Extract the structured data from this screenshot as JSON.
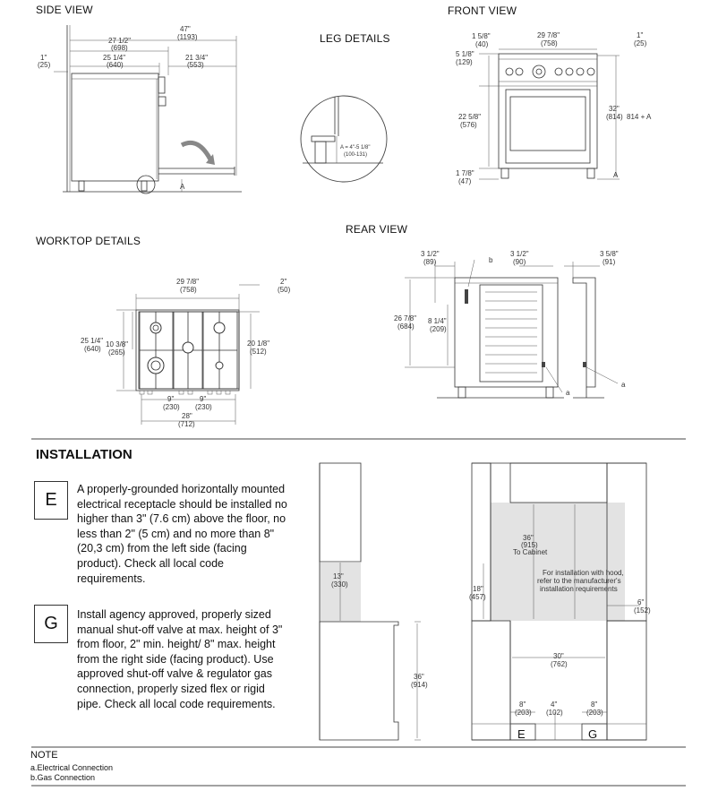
{
  "sections": {
    "side_view": "SIDE VIEW",
    "front_view": "FRONT VIEW",
    "leg_details": "LEG DETAILS",
    "worktop_details": "WORKTOP DETAILS",
    "rear_view": "REAR VIEW",
    "installation": "INSTALLATION"
  },
  "side_dims": {
    "d47": "47\"",
    "d47mm": "(1193)",
    "d27": "27 1/2\"",
    "d27mm": "(698)",
    "d25": "25 1/4\"",
    "d25mm": "(640)",
    "d21": "21 3/4\"",
    "d21mm": "(553)",
    "d1": "1\"",
    "d1mm": "(25)",
    "a": "A"
  },
  "front_dims": {
    "d158": "1 5/8\"",
    "d158mm": "(40)",
    "d29": "29 7/8\"",
    "d29mm": "(758)",
    "d1": "1\"",
    "d1mm": "(25)",
    "d518": "5 1/8\"",
    "d518mm": "(129)",
    "d22": "22 5/8\"",
    "d22mm": "(576)",
    "d32": "32\"",
    "d32mm": "(814)",
    "d814a": "814 + A",
    "d178": "1 7/8\"",
    "d178mm": "(47)",
    "a": "A"
  },
  "leg_dims": {
    "a1": "A = 4\"-5 1/8\"",
    "a2": "(100-131)"
  },
  "worktop_dims": {
    "d29": "29 7/8\"",
    "d29mm": "(758)",
    "d2": "2\"",
    "d2mm": "(50)",
    "d25": "25 1/4\"",
    "d25mm": "(640)",
    "d10": "10 3/8\"",
    "d10mm": "(265)",
    "d20": "20 1/8\"",
    "d20mm": "(512)",
    "d9a": "9\"",
    "d9amm": "(230)",
    "d9b": "9\"",
    "d9bmm": "(230)",
    "d28": "28\"",
    "d28mm": "(712)"
  },
  "rear_dims": {
    "d312a": "3 1/2\"",
    "d312amm": "(89)",
    "b": "b",
    "d312b": "3 1/2\"",
    "d312bmm": "(90)",
    "d358": "3 5/8\"",
    "d358mm": "(91)",
    "d26": "26 7/8\"",
    "d26mm": "(684)",
    "d8": "8 1/4\"",
    "d8mm": "(209)",
    "a1": "a",
    "a2": "a"
  },
  "install_dims": {
    "d13": "13\"",
    "d13mm": "(330)",
    "d36": "36\"",
    "d36mm": "(914)",
    "d36c": "36\"",
    "d36cmm": "(915)",
    "to_cabinet": "To Cabinet",
    "hood1": "For installation with hood,",
    "hood2": "refer to the manufacturer's",
    "hood3": "installation requirements",
    "d18": "18\"",
    "d18mm": "(457)",
    "d6": "6\"",
    "d6mm": "(152)",
    "d30": "30\"",
    "d30mm": "(762)",
    "d8a": "8\"",
    "d8amm": "(203)",
    "d4": "4\"",
    "d4mm": "(102)",
    "d8b": "8\"",
    "d8bmm": "(203)",
    "e": "E",
    "g": "G"
  },
  "instructions": [
    {
      "letter": "E",
      "text": "A properly-grounded horizontally mounted electrical receptacle should be installed no higher than 3\" (7.6 cm) above the floor, no less than 2\" (5 cm) and no more than 8\" (20,3 cm) from the left side (facing product). Check all local code requirements."
    },
    {
      "letter": "G",
      "text": "Install agency approved, properly sized manual shut-off valve at max. height of 3\" from floor, 2\" min. height/ 8\" max. height from the right side (facing product). Use approved shut-off valve & regulator gas connection, properly sized flex or rigid pipe. Check all local code requirements."
    }
  ],
  "note": {
    "title": "NOTE",
    "a": "a.Electrical Connection",
    "b": "b.Gas Connection"
  }
}
